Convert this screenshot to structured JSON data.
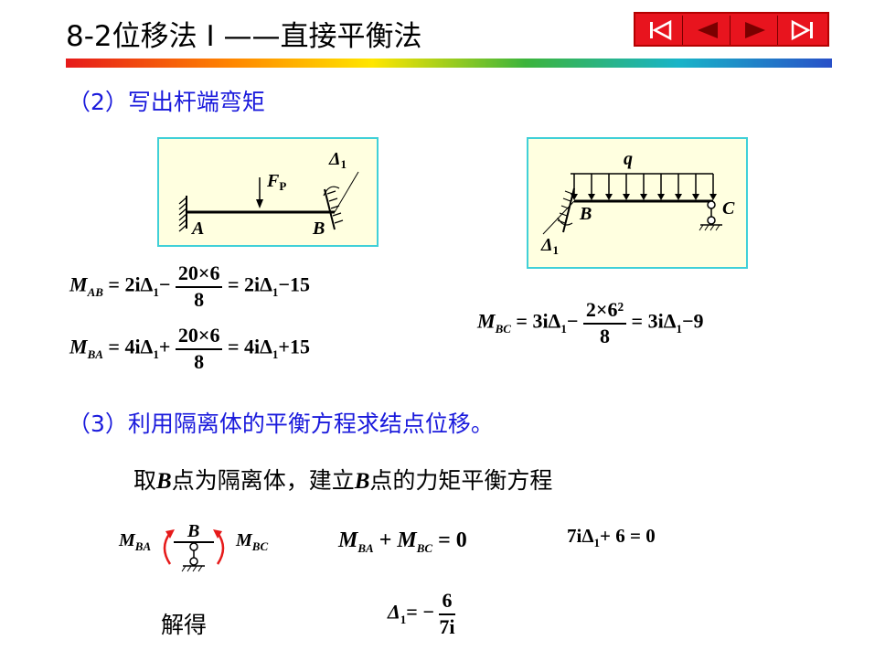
{
  "title": "8-2位移法 I ——直接平衡法",
  "nav": {
    "first": "first-page",
    "prev": "previous-page",
    "next": "next-page",
    "last": "last-page"
  },
  "step2": "（2）写出杆端弯矩",
  "fig1": {
    "load": "F",
    "load_sub": "P",
    "delta": "Δ",
    "delta_sub": "1",
    "a": "A",
    "b": "B"
  },
  "fig2": {
    "q": "q",
    "b": "B",
    "c": "C",
    "delta": "Δ",
    "delta_sub": "1"
  },
  "eq_ab": {
    "lhs": "M",
    "lhs_sub": "AB",
    "p1": "= 2iΔ",
    "p1_sub": "1",
    "op": "−",
    "num": "20×6",
    "den": "8",
    "rhs": "= 2iΔ",
    "rhs_sub": "1",
    "tail": "−15"
  },
  "eq_ba": {
    "lhs": "M",
    "lhs_sub": "BA",
    "p1": "= 4iΔ",
    "p1_sub": "1",
    "op": "+",
    "num": "20×6",
    "den": "8",
    "rhs": "= 4iΔ",
    "rhs_sub": "1",
    "tail": "+15"
  },
  "eq_bc": {
    "lhs": "M",
    "lhs_sub": "BC",
    "p1": "= 3iΔ",
    "p1_sub": "1",
    "op": "−",
    "num": "2×6²",
    "den": "8",
    "rhs": "= 3iΔ",
    "rhs_sub": "1",
    "tail": "−9"
  },
  "step3": "（3）利用隔离体的平衡方程求结点位移。",
  "instr": {
    "p1": "取",
    "b1": "B",
    "p2": "点为隔离体，建立",
    "b2": "B",
    "p3": "点的力矩平衡方程"
  },
  "fb": {
    "mba": "M",
    "mba_sub": "BA",
    "b": "B",
    "mbc": "M",
    "mbc_sub": "BC"
  },
  "eq_sum": {
    "a": "M",
    "a_sub": "BA",
    "plus": "+",
    "b": "M",
    "b_sub": "BC",
    "rest": "= 0"
  },
  "eq_lin": {
    "a": "7iΔ",
    "a_sub": "1",
    "rest": "+ 6 = 0"
  },
  "solve_label": "解得",
  "eq_sol": {
    "lhs": "Δ",
    "lhs_sub": "1",
    "mid": "= −",
    "num": "6",
    "den": "7i"
  }
}
